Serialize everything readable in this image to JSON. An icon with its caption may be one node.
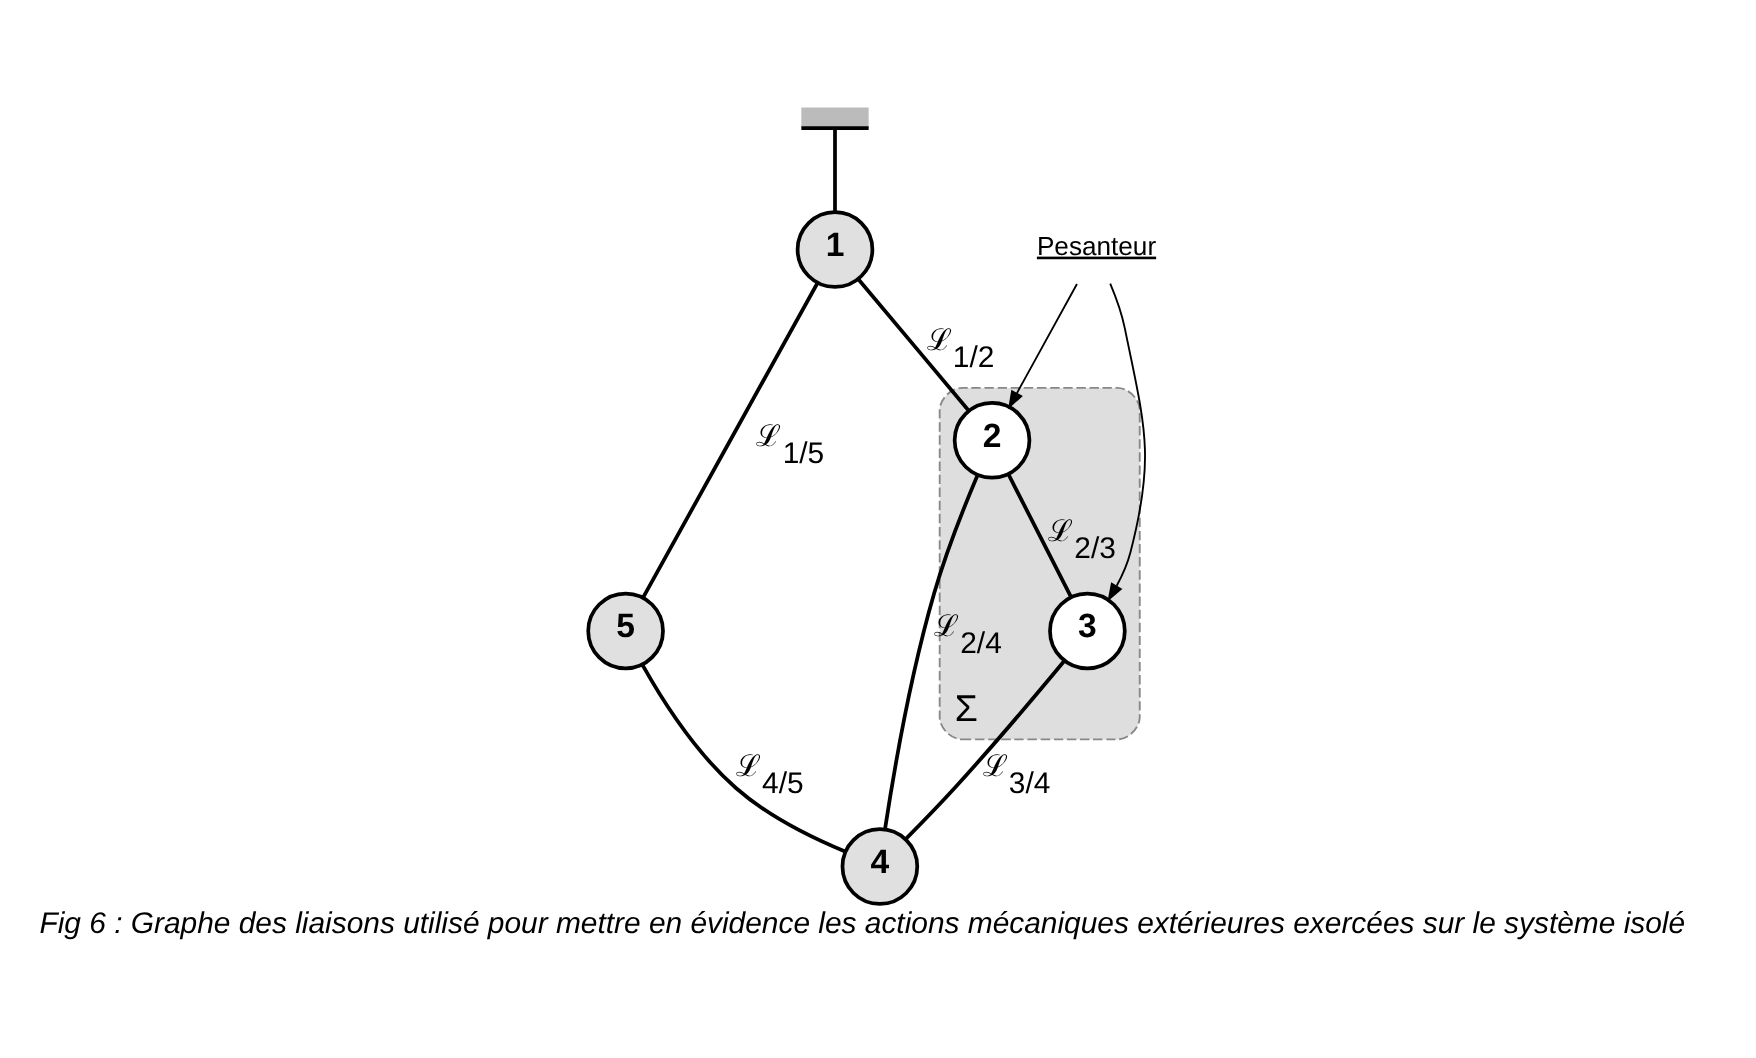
{
  "diagram": {
    "caption": "Fig 6 : Graphe des liaisons utilisé pour mettre en évidence les actions mécaniques extérieures exercées sur le système isolé",
    "nodes": [
      {
        "text": [],
        "shape": "ground"
      },
      {
        "text": [
          "1"
        ]
      },
      {
        "text": [
          "Σ"
        ]
      },
      {
        "text": [
          "2"
        ],
        "in": 2
      },
      {
        "text": [
          "5"
        ]
      },
      {
        "text": [
          "Pesanteur"
        ]
      },
      {
        "text": [
          "3"
        ],
        "in": 2
      },
      {
        "text": [
          "4"
        ]
      }
    ],
    "edges": [
      {
        "from": 0,
        "to": 1,
        "arrow": "none"
      },
      {
        "from": 1,
        "to": 3,
        "arrow": "none",
        "label": "ℒ$_{1/2}$"
      },
      {
        "from": 1,
        "to": 4,
        "arrow": "none",
        "label": "ℒ$_{1/5}$"
      },
      {
        "from": 4,
        "to": 7,
        "arrow": "none",
        "label": "ℒ$_{4/5}$"
      },
      {
        "from": 3,
        "to": 7,
        "arrow": "none",
        "label": "ℒ$_{2/4}$"
      },
      {
        "from": 3,
        "to": 6,
        "arrow": "none",
        "label": "ℒ$_{2/3}$"
      },
      {
        "from": 6,
        "to": 7,
        "arrow": "none",
        "label": "ℒ$_{3/4}$"
      },
      {
        "from": 5,
        "to": 3,
        "arrow": "to"
      },
      {
        "from": 5,
        "to": 6,
        "arrow": "to"
      }
    ]
  }
}
